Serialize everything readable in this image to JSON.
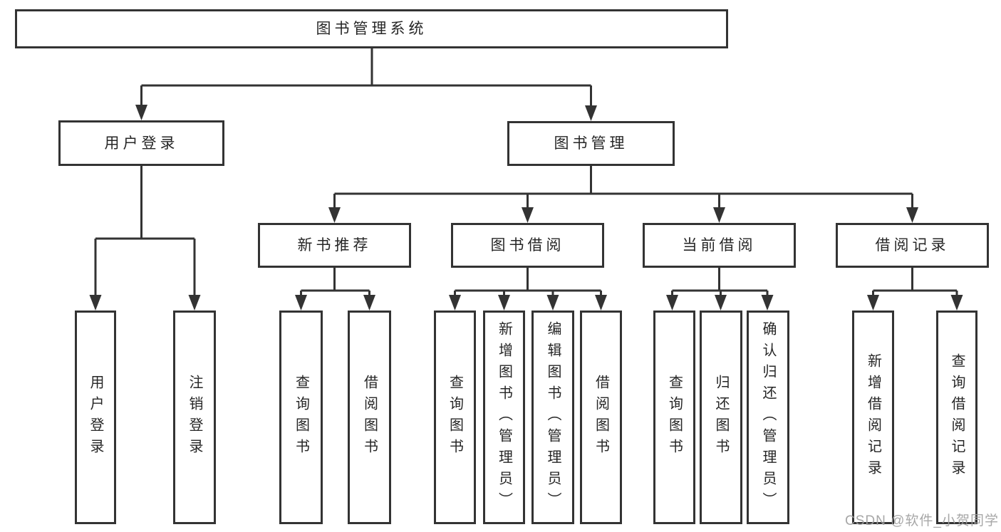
{
  "diagram": {
    "title": "图书管理系统",
    "colors": {
      "line": "#333333",
      "box_border": "#333333",
      "box_fill": "#ffffff",
      "text": "#262626",
      "background": "#ffffff",
      "watermark": "#a0a0a0"
    },
    "tree": {
      "root": {
        "label": "图书管理系统",
        "children": [
          {
            "label": "用户登录",
            "children": [
              {
                "label": "用户登录"
              },
              {
                "label": "注销登录"
              }
            ]
          },
          {
            "label": "图书管理",
            "children": [
              {
                "label": "新书推荐",
                "children": [
                  {
                    "label": "查询图书"
                  },
                  {
                    "label": "借阅图书"
                  }
                ]
              },
              {
                "label": "图书借阅",
                "children": [
                  {
                    "label": "查询图书"
                  },
                  {
                    "label": "新增图书（管理员）"
                  },
                  {
                    "label": "编辑图书（管理员）"
                  },
                  {
                    "label": "借阅图书"
                  }
                ]
              },
              {
                "label": "当前借阅",
                "children": [
                  {
                    "label": "查询图书"
                  },
                  {
                    "label": "归还图书"
                  },
                  {
                    "label": "确认归还（管理员）"
                  }
                ]
              },
              {
                "label": "借阅记录",
                "children": [
                  {
                    "label": "新增借阅记录"
                  },
                  {
                    "label": "查询借阅记录"
                  }
                ]
              }
            ]
          }
        ]
      }
    }
  },
  "watermark": {
    "text": "CSDN @软件_小贺同学"
  }
}
